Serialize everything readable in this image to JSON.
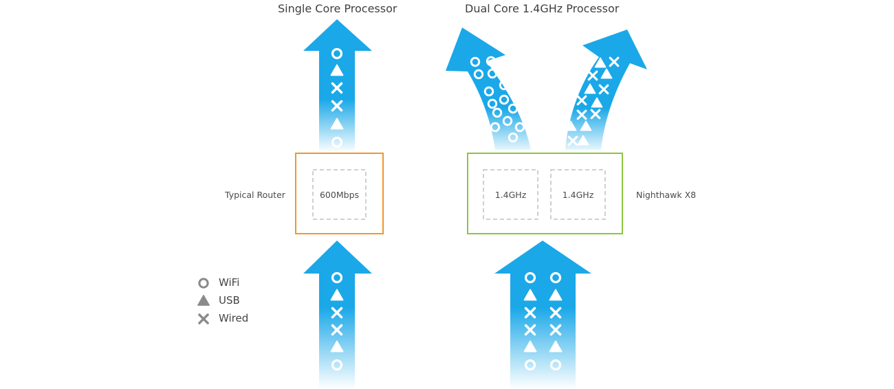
{
  "headings": {
    "single": "Single Core Processor",
    "dual": "Dual Core 1.4GHz Processor"
  },
  "routers": {
    "typical": {
      "label": "Typical Router",
      "core": "600Mbps",
      "border_color": "#f0962e"
    },
    "nighthawk": {
      "label": "Nighthawk X8",
      "cores": [
        "1.4GHz",
        "1.4GHz"
      ],
      "border_color": "#8cc63f"
    }
  },
  "legend": [
    {
      "symbol": "circle",
      "label": "WiFi"
    },
    {
      "symbol": "triangle",
      "label": "USB"
    },
    {
      "symbol": "cross",
      "label": "Wired"
    }
  ],
  "colors": {
    "arrow": "#1aa8e8",
    "symbol": "#ffffff",
    "legend_symbol": "#8a8a8a",
    "dash": "#b5b5b5"
  },
  "streams": {
    "single_in": [
      "circle",
      "triangle",
      "cross",
      "cross",
      "triangle",
      "circle"
    ],
    "single_out": [
      "circle",
      "triangle",
      "cross",
      "cross",
      "triangle",
      "circle"
    ],
    "dual_in_left": [
      "circle",
      "triangle",
      "cross",
      "cross",
      "triangle",
      "circle"
    ],
    "dual_in_right": [
      "circle",
      "triangle",
      "cross",
      "cross",
      "triangle",
      "circle"
    ],
    "dual_out_wifi": [
      "circle",
      "circle",
      "circle",
      "circle",
      "circle",
      "circle",
      "circle",
      "circle",
      "circle",
      "circle",
      "circle",
      "circle",
      "circle",
      "circle",
      "circle",
      "circle"
    ],
    "dual_out_other": [
      "triangle",
      "cross",
      "triangle",
      "cross",
      "cross",
      "triangle",
      "cross",
      "cross",
      "triangle",
      "cross",
      "cross",
      "triangle",
      "triangle",
      "triangle",
      "cross",
      "triangle"
    ]
  }
}
